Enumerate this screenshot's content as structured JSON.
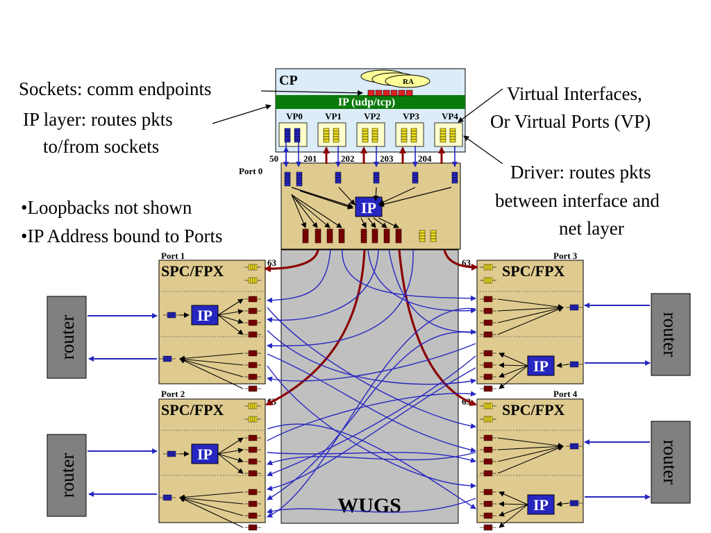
{
  "annotations": {
    "sockets": "Sockets: comm endpoints",
    "ip_layer_1": "IP layer: routes pkts",
    "ip_layer_2": "to/from sockets",
    "virtual_if_1": "Virtual Interfaces,",
    "virtual_if_2": "Or Virtual Ports (VP)",
    "driver_1": "Driver: routes pkts",
    "driver_2": "between interface and",
    "driver_3": "net layer",
    "bullet_1": "•Loopbacks not shown",
    "bullet_2": "•IP Address bound to Ports"
  },
  "cp": {
    "title": "CP",
    "ra": "RA",
    "ip_bar": "IP (udp/tcp)",
    "vps": [
      "VP0",
      "VP1",
      "VP2",
      "VP3",
      "VP4"
    ],
    "vp_numbers": [
      "50",
      "201",
      "202",
      "203",
      "204"
    ]
  },
  "port0": {
    "label": "Port 0",
    "ip": "IP"
  },
  "ports": [
    {
      "label": "Port 1",
      "title": "SPC/FPX",
      "num": "63",
      "ip": "IP"
    },
    {
      "label": "Port 2",
      "title": "SPC/FPX",
      "num": "63",
      "ip": "IP"
    },
    {
      "label": "Port 3",
      "title": "SPC/FPX",
      "num": "63",
      "ip": "IP"
    },
    {
      "label": "Port 4",
      "title": "SPC/FPX",
      "num": "63",
      "ip": "IP"
    }
  ],
  "routers": [
    "router",
    "router",
    "router",
    "router"
  ],
  "switch": "WUGS",
  "colors": {
    "box_fill": "#dfcb8f",
    "ip_fill": "#2626c0",
    "switch_fill": "#c0c0c0",
    "router_fill": "#808080",
    "red_arrow": "#8b0000",
    "blue_line": "#2626c0",
    "green_bar": "#0a7a0a"
  }
}
